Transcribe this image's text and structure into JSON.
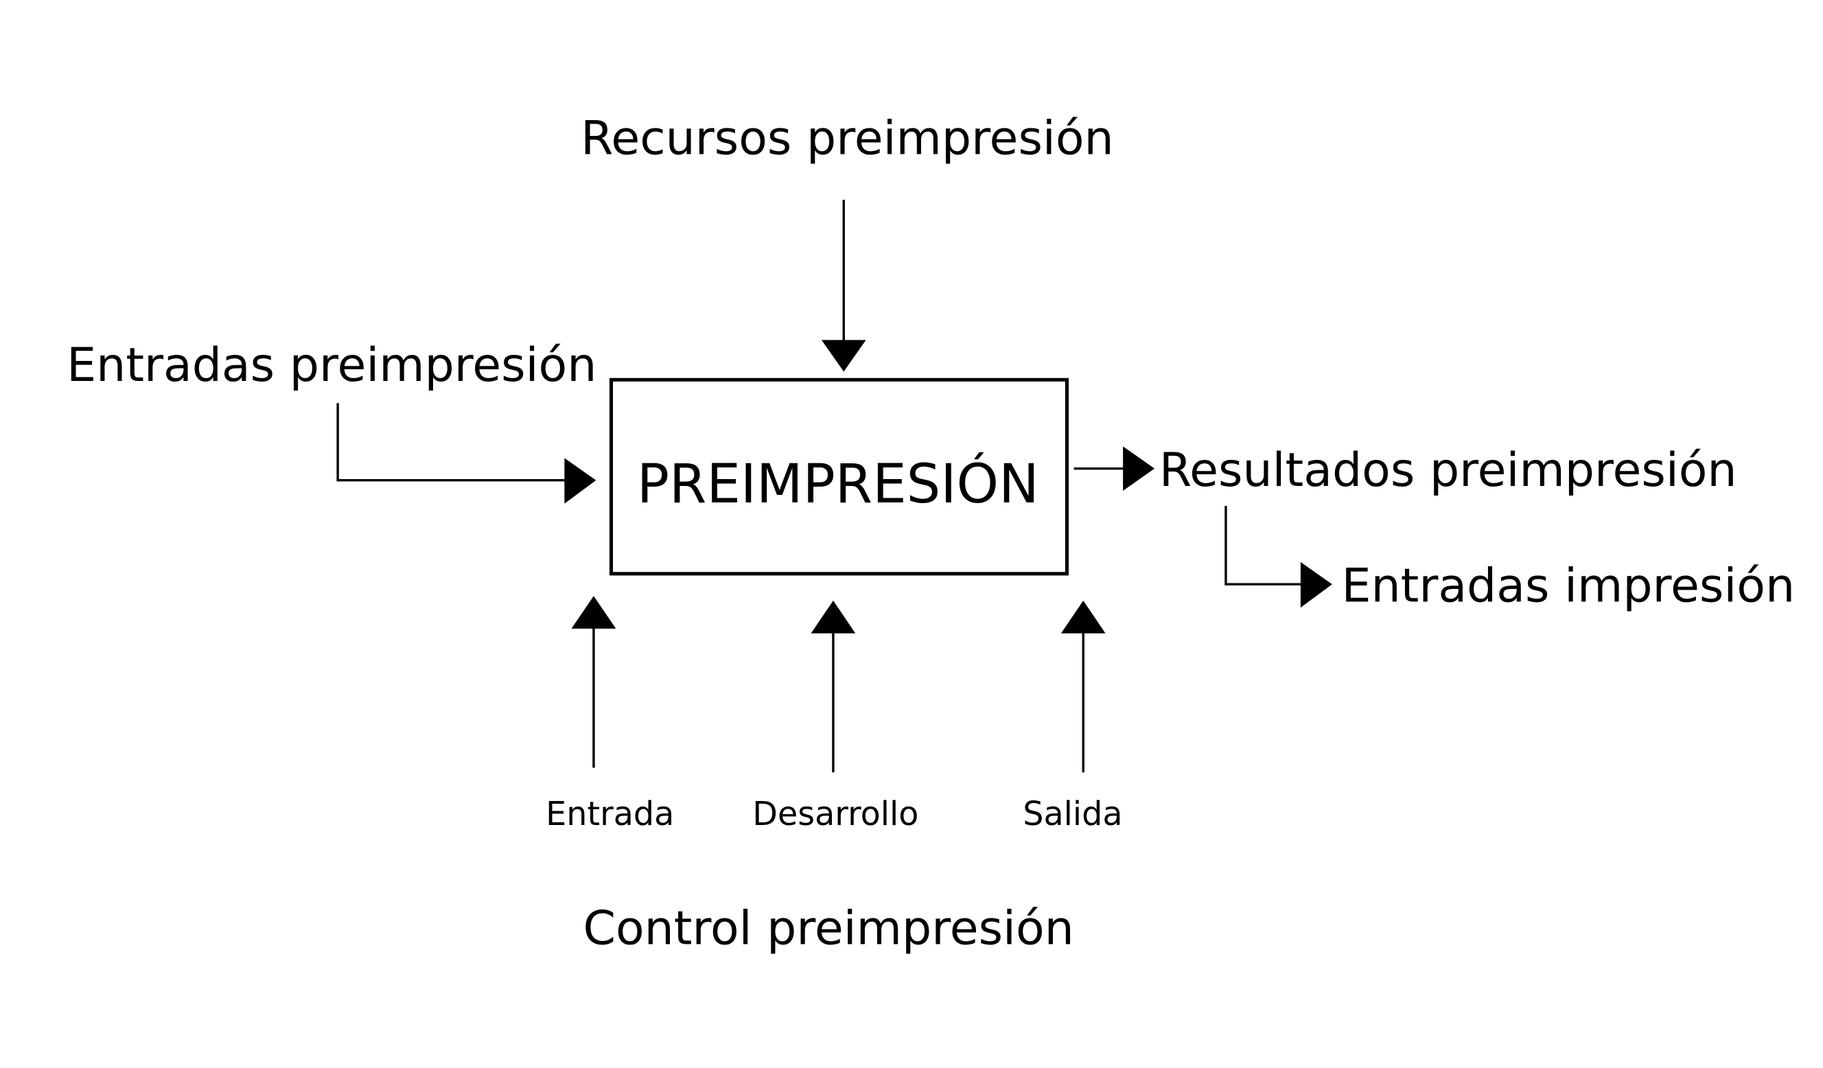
{
  "diagram": {
    "process": "PREIMPRESIÓN",
    "top_label": "Recursos preimpresión",
    "left_label": "Entradas preimpresión",
    "right_label": "Resultados preimpresión",
    "right_sub_label": "Entradas impresión",
    "bottom_labels": [
      "Entrada",
      "Desarrollo",
      "Salida"
    ],
    "bottom_title": "Control preimpresión"
  }
}
